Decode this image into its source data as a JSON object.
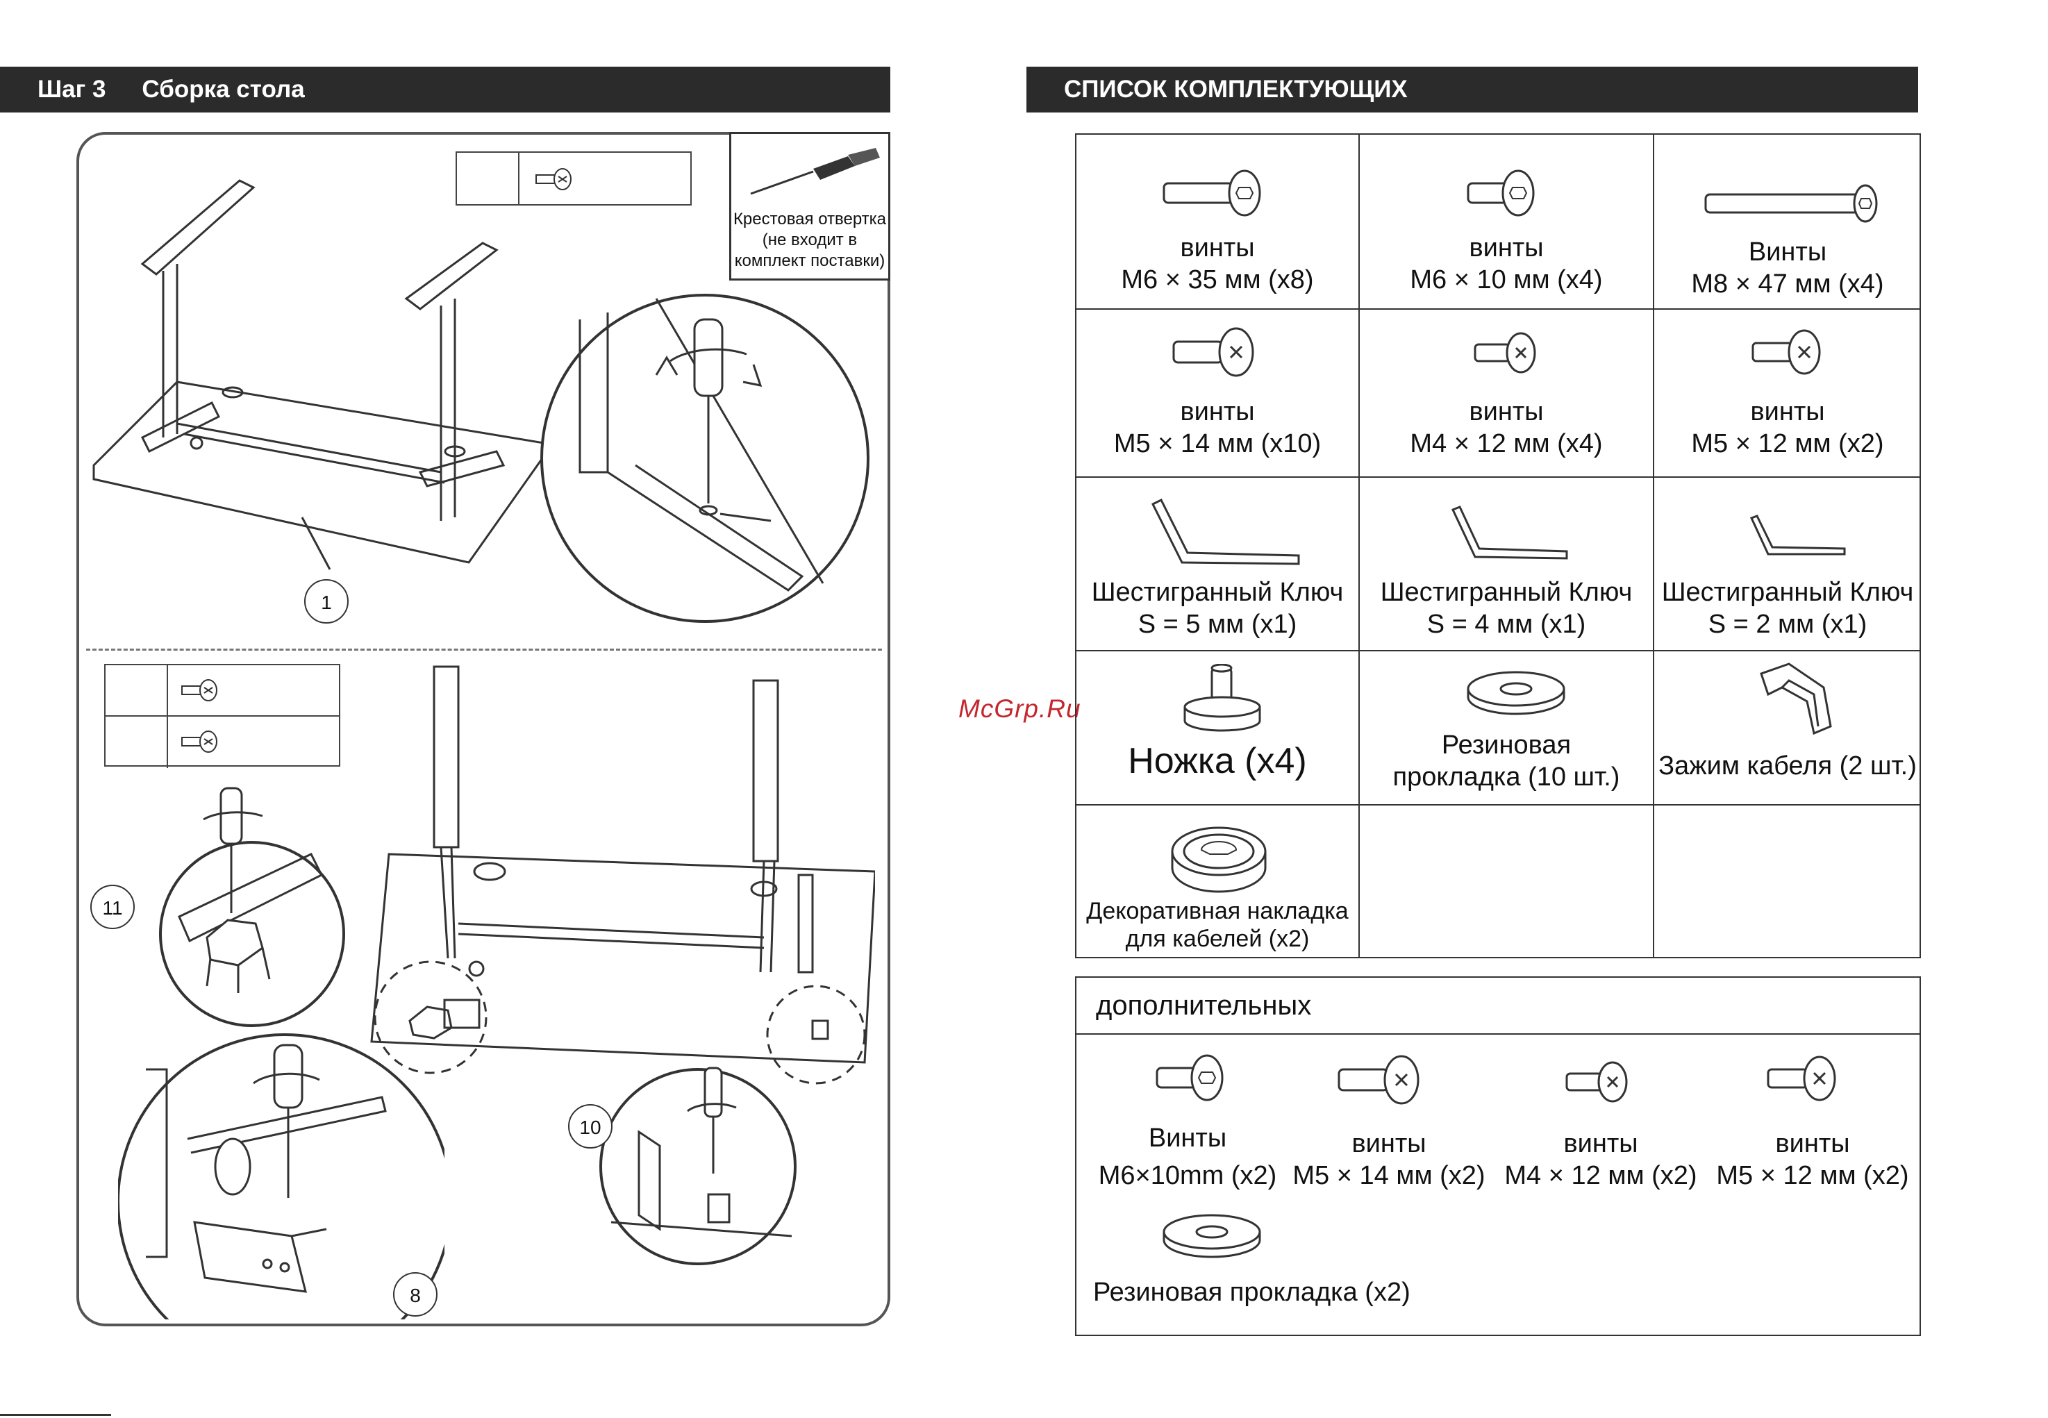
{
  "header": {
    "step": "Шаг 3",
    "step_title": "Сборка стола",
    "parts_title": "СПИСОК КОМПЛЕКТУЮЩИХ"
  },
  "tool": {
    "caption_line1": "Крестовая отвертка",
    "caption_line2": "(не входит в",
    "caption_line3": "комплект поставки)"
  },
  "callouts": {
    "c1": "1",
    "c11": "11",
    "c10": "10",
    "c8": "8"
  },
  "watermark": "McGrp.Ru",
  "parts": [
    {
      "line1": "винты",
      "line2": "M6 × 35 мм (x8)"
    },
    {
      "line1": "винты",
      "line2": "M6 × 10 мм (x4)"
    },
    {
      "line1": "Винты",
      "line2": "M8 × 47 мм (x4)"
    },
    {
      "line1": "винты",
      "line2": "M5 × 14 мм (x10)"
    },
    {
      "line1": "винты",
      "line2": "M4 × 12 мм (x4)"
    },
    {
      "line1": "винты",
      "line2": "M5 × 12 мм (x2)"
    },
    {
      "line1": "Шестигранный Ключ",
      "line2": "S = 5 мм (x1)"
    },
    {
      "line1": "Шестигранный Ключ",
      "line2": "S = 4 мм (x1)"
    },
    {
      "line1": "Шестигранный Ключ",
      "line2": "S = 2 мм (x1)"
    },
    {
      "line1": "Ножка (x4)",
      "line2": ""
    },
    {
      "line1": "Резиновая",
      "line2": "прокладка (10 шт.)"
    },
    {
      "line1": "Зажим кабеля  (2 шт.)",
      "line2": ""
    },
    {
      "line1": "Декоративная накладка",
      "line2": "для кабелей (x2)"
    }
  ],
  "extra": {
    "title": "дополнительных",
    "items": [
      {
        "line1": "Винты",
        "line2": "M6×10mm (x2)"
      },
      {
        "line1": "винты",
        "line2": "M5 × 14 мм (x2)"
      },
      {
        "line1": "винты",
        "line2": "M4 × 12 мм (x2)"
      },
      {
        "line1": "винты",
        "line2": "M5 × 12 мм (x2)"
      }
    ],
    "pad": "Резиновая прокладка  (x2)"
  }
}
